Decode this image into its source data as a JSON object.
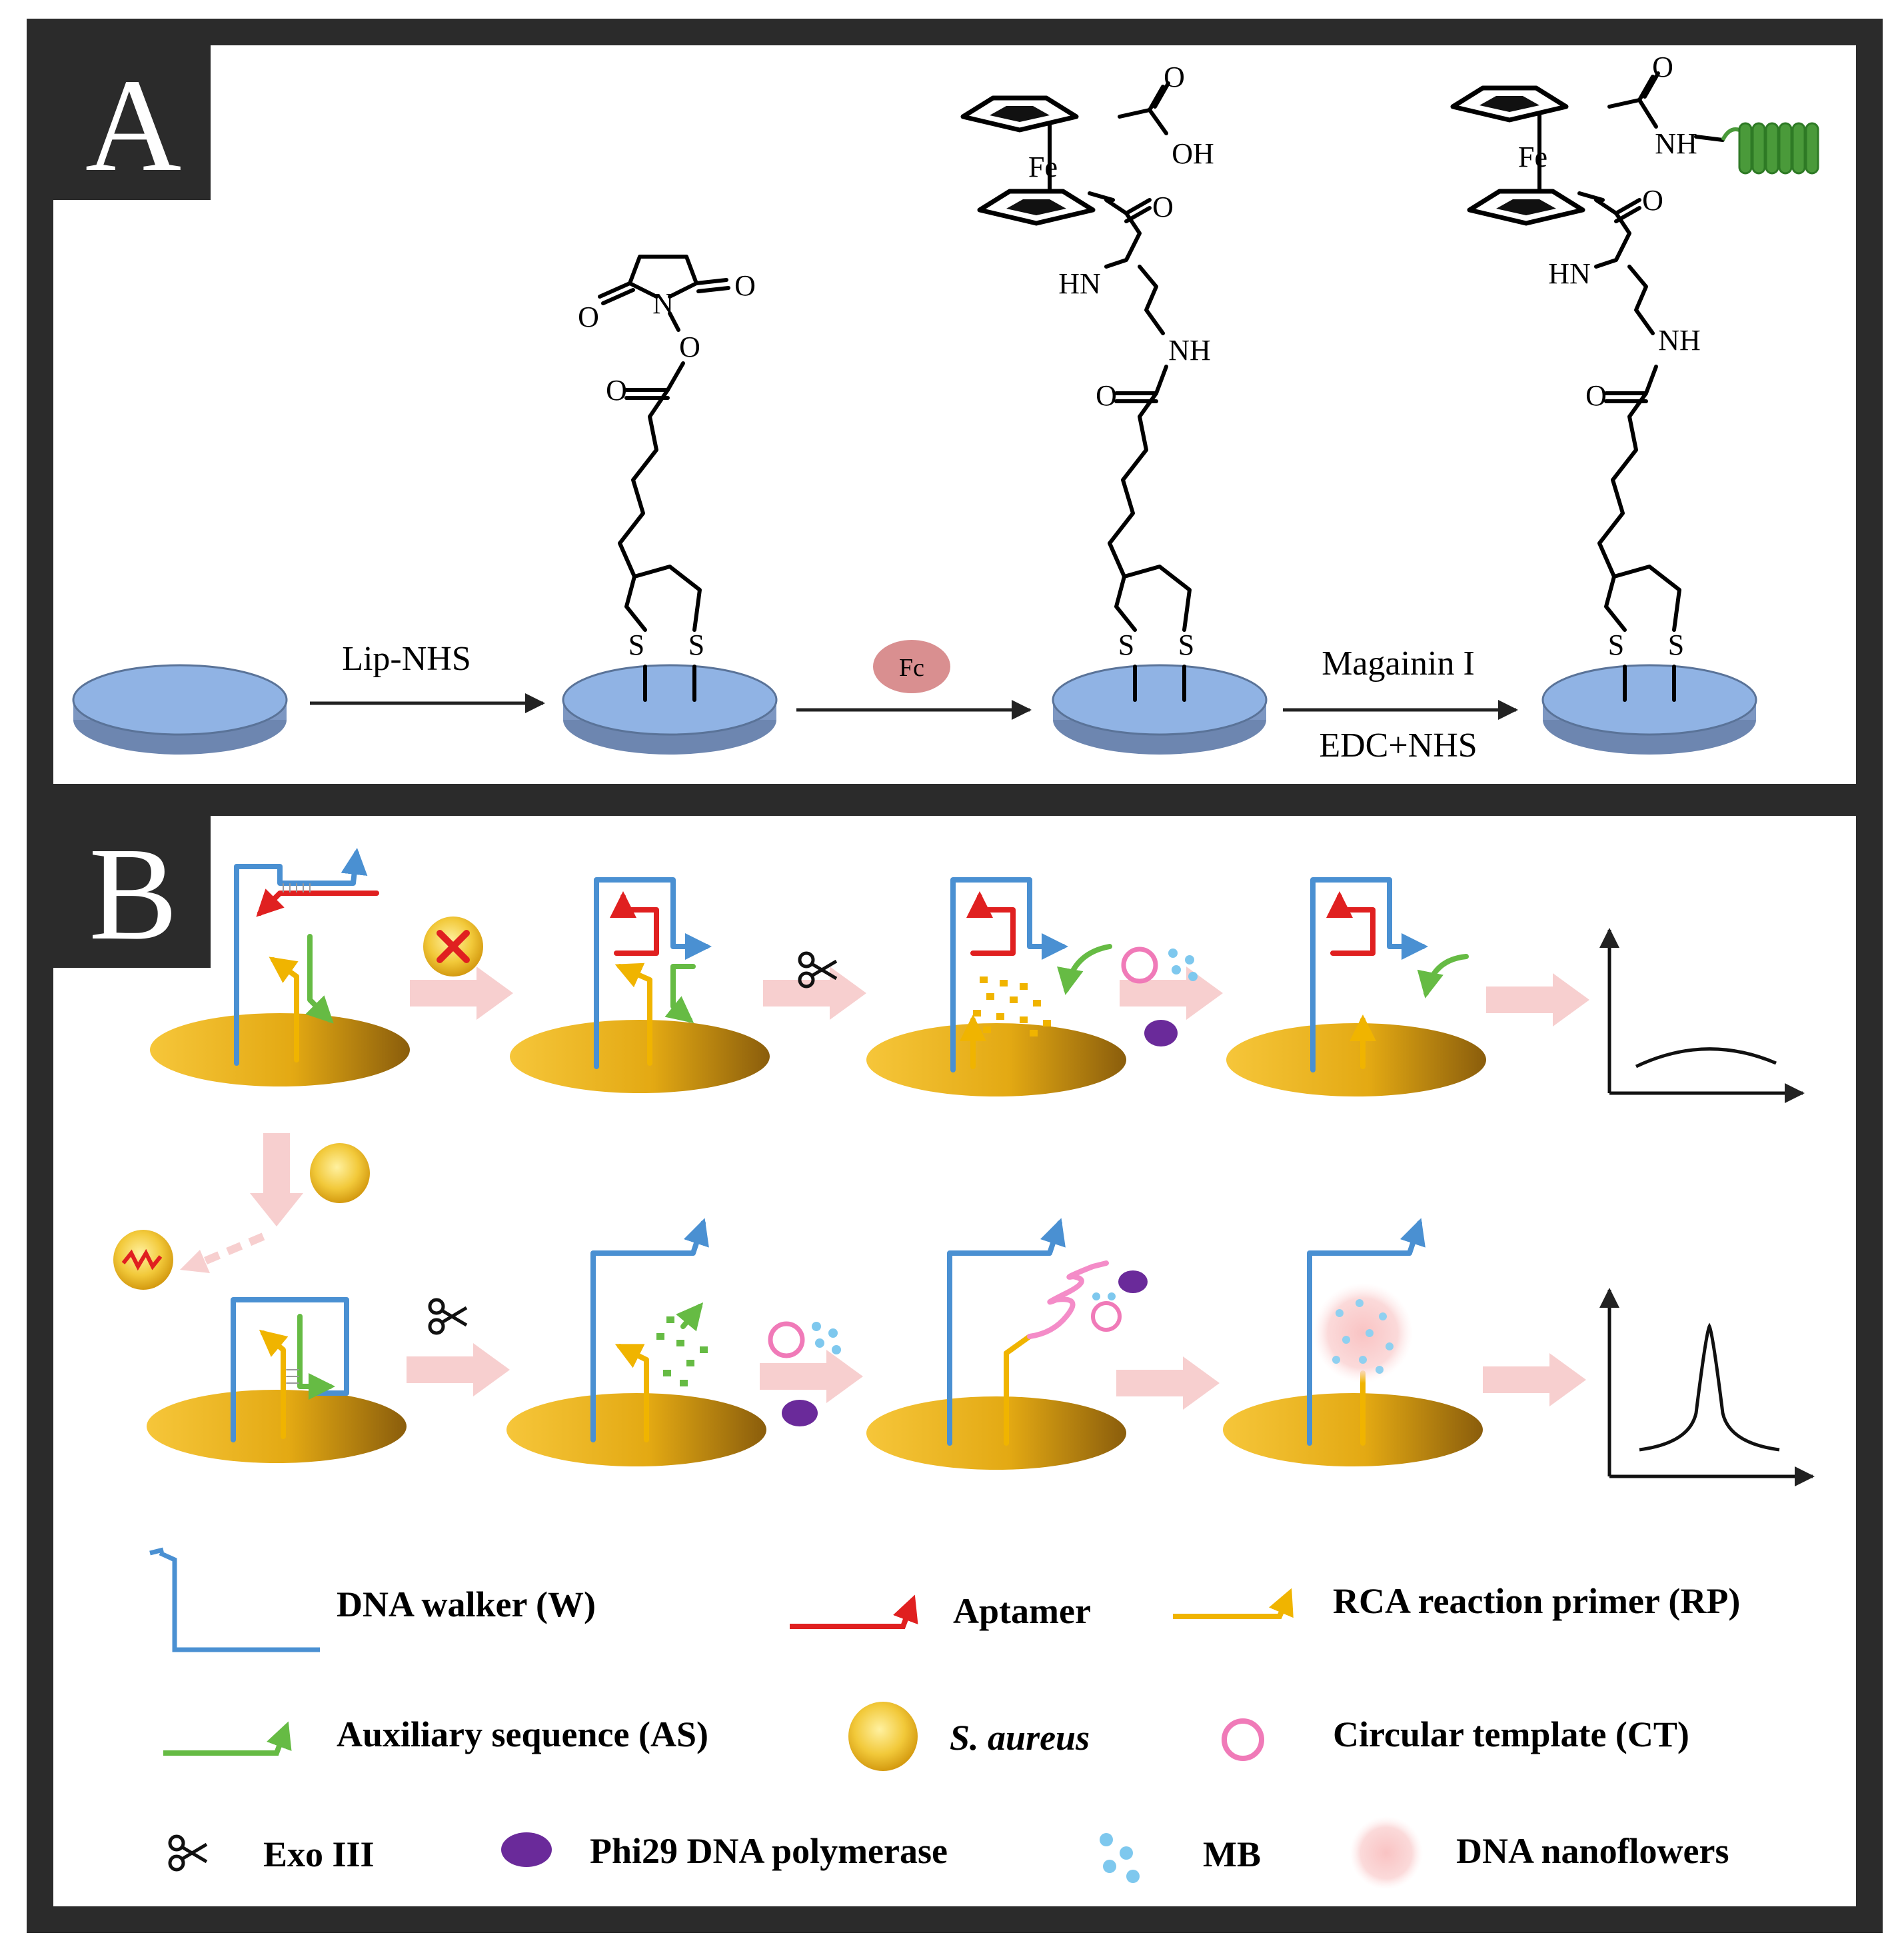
{
  "panels": {
    "a": {
      "letter": "A"
    },
    "b": {
      "letter": "B"
    }
  },
  "panel_a": {
    "step1_label": "Lip-NHS",
    "step2_badge": "Fc",
    "step3_label_top": "Magainin I",
    "step3_label_bottom": "EDC+NHS",
    "atoms": {
      "O": "O",
      "N": "N",
      "S": "S",
      "Fe": "Fe",
      "OH": "OH",
      "NH": "NH",
      "HN": "HN"
    }
  },
  "legend": {
    "items": [
      {
        "label": "DNA walker (W)"
      },
      {
        "label": "Aptamer"
      },
      {
        "label": "RCA reaction primer (RP)"
      },
      {
        "label": "Auxiliary sequence (AS)"
      },
      {
        "label": "S. aureus"
      },
      {
        "label": "Circular template (CT)"
      },
      {
        "label": "Exo III"
      },
      {
        "label": "Phi29 DNA polymerase"
      },
      {
        "label": "MB"
      },
      {
        "label": "DNA nanoflowers"
      }
    ]
  },
  "colors": {
    "frame": "#2b2b2b",
    "electrode_top": "#90b3e4",
    "electrode_edge": "#5a7398",
    "gold": "#e6b01c",
    "walker": "#4a90d2",
    "aptamer": "#e02020",
    "primer": "#f0b400",
    "auxiliary": "#66bb44",
    "arrow_pink": "#f7cfcf",
    "ct_ring": "#f07ab8",
    "mb": "#7ec8ee",
    "phi29": "#6a2a9a",
    "fc_badge": "#d98f90",
    "peptide": "#4a9a3a"
  },
  "icons": [
    "electrode-disk",
    "gold-electrode",
    "scissors-icon",
    "blocked-bacterium-icon",
    "bacterium-icon",
    "polymerase-icon",
    "mb-dots-icon",
    "nanoflower-icon",
    "signal-plot"
  ]
}
